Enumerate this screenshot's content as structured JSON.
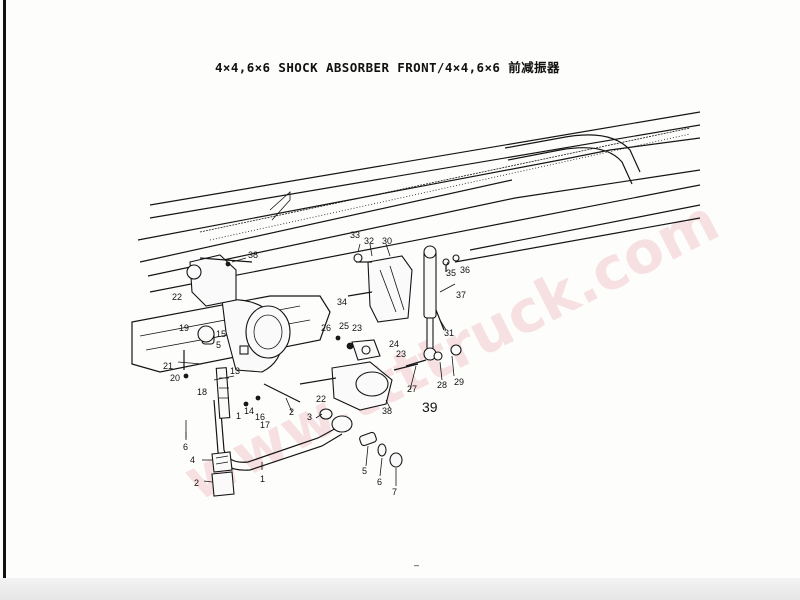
{
  "title": "4×4,6×6 SHOCK ABSORBER FRONT/4×4,6×6 前减振器",
  "watermark": "www.ttttruck.com",
  "page_mark": "–",
  "callouts": [
    {
      "id": "c1",
      "text": "1"
    },
    {
      "id": "c2a",
      "text": "2"
    },
    {
      "id": "c2b",
      "text": "2"
    },
    {
      "id": "c3",
      "text": "3"
    },
    {
      "id": "c4",
      "text": "4"
    },
    {
      "id": "c5a",
      "text": "5"
    },
    {
      "id": "c5b",
      "text": "5"
    },
    {
      "id": "c6a",
      "text": "6"
    },
    {
      "id": "c6b",
      "text": "6"
    },
    {
      "id": "c7",
      "text": "7"
    },
    {
      "id": "c13",
      "text": "13"
    },
    {
      "id": "c14",
      "text": "14"
    },
    {
      "id": "c15",
      "text": "15"
    },
    {
      "id": "c16",
      "text": "16"
    },
    {
      "id": "c17",
      "text": "17"
    },
    {
      "id": "c18",
      "text": "18"
    },
    {
      "id": "c19",
      "text": "19"
    },
    {
      "id": "c20",
      "text": "20"
    },
    {
      "id": "c21",
      "text": "21"
    },
    {
      "id": "c22a",
      "text": "22"
    },
    {
      "id": "c22b",
      "text": "22"
    },
    {
      "id": "c23a",
      "text": "23"
    },
    {
      "id": "c23b",
      "text": "23"
    },
    {
      "id": "c24",
      "text": "24"
    },
    {
      "id": "c25",
      "text": "25"
    },
    {
      "id": "c26",
      "text": "26"
    },
    {
      "id": "c27",
      "text": "27"
    },
    {
      "id": "c28",
      "text": "28"
    },
    {
      "id": "c29",
      "text": "29"
    },
    {
      "id": "c30",
      "text": "30"
    },
    {
      "id": "c31",
      "text": "31"
    },
    {
      "id": "c32",
      "text": "32"
    },
    {
      "id": "c33",
      "text": "33"
    },
    {
      "id": "c34",
      "text": "34"
    },
    {
      "id": "c35",
      "text": "35"
    },
    {
      "id": "c36",
      "text": "36"
    },
    {
      "id": "c37",
      "text": "37"
    },
    {
      "id": "c38a",
      "text": "38"
    },
    {
      "id": "c38b",
      "text": "38"
    },
    {
      "id": "c39",
      "text": "39"
    },
    {
      "id": "c1b",
      "text": "1"
    }
  ]
}
